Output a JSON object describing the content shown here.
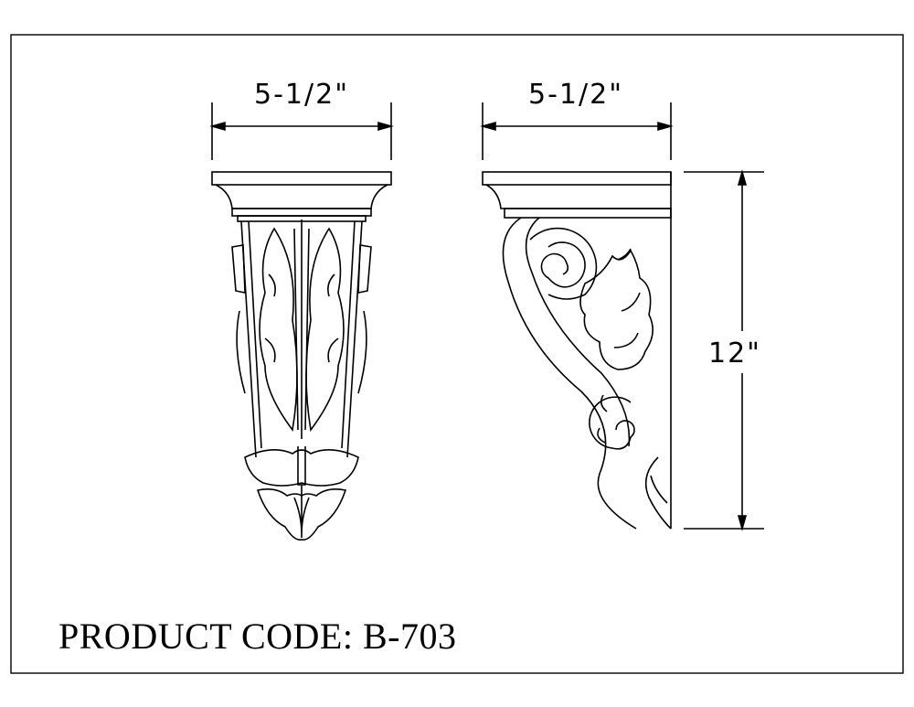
{
  "drawing": {
    "front_view": {
      "width_label": "5-1/2\""
    },
    "side_view": {
      "width_label": "5-1/2\"",
      "height_label": "12\""
    },
    "product_code_label": "PRODUCT CODE: B-703"
  }
}
